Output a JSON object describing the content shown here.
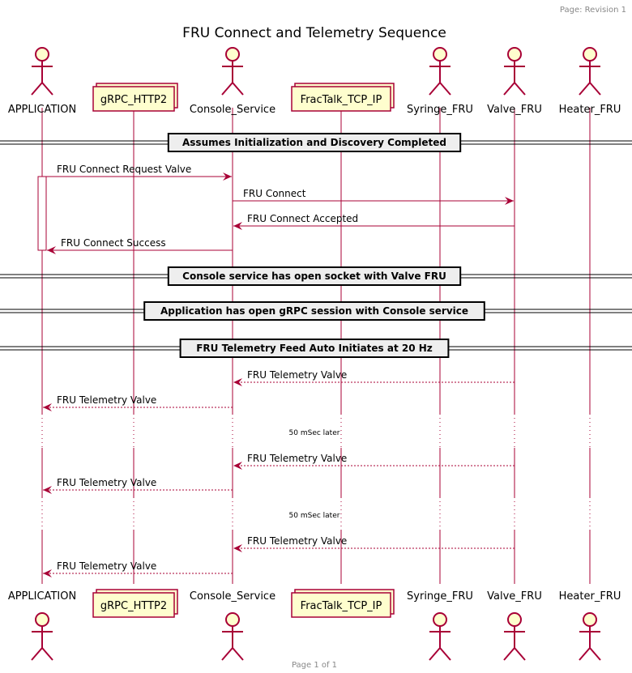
{
  "header": {
    "text": "Page: Revision 1"
  },
  "footer": {
    "text": "Page 1 of 1"
  },
  "title": "FRU Connect and Telemetry Sequence",
  "colors": {
    "line": "#A80036",
    "box_fill": "#FEFECE",
    "divider_fill": "#EEEEEE",
    "text": "#000000",
    "gray_text": "#888888"
  },
  "participants": [
    {
      "id": "app",
      "name": "APPLICATION",
      "kind": "actor"
    },
    {
      "id": "grpc",
      "name": "gRPC_HTTP2",
      "kind": "collections"
    },
    {
      "id": "console",
      "name": "Console_Service",
      "kind": "actor"
    },
    {
      "id": "fractalk",
      "name": "FracTalk_TCP_IP",
      "kind": "collections"
    },
    {
      "id": "syringe",
      "name": "Syringe_FRU",
      "kind": "actor"
    },
    {
      "id": "valve",
      "name": "Valve_FRU",
      "kind": "actor"
    },
    {
      "id": "heater",
      "name": "Heater_FRU",
      "kind": "actor"
    }
  ],
  "sequence": [
    {
      "type": "divider",
      "text": "Assumes Initialization and Discovery Completed"
    },
    {
      "type": "message",
      "from": "app",
      "to": "console",
      "text": "FRU Connect Request Valve",
      "style": "solid"
    },
    {
      "type": "message",
      "from": "console",
      "to": "valve",
      "text": "FRU Connect",
      "style": "solid"
    },
    {
      "type": "message",
      "from": "valve",
      "to": "console",
      "text": "FRU Connect Accepted",
      "style": "solid"
    },
    {
      "type": "message",
      "from": "console",
      "to": "app",
      "text": "FRU Connect Success",
      "style": "solid"
    },
    {
      "type": "divider",
      "text": "Console service has open socket with Valve FRU"
    },
    {
      "type": "divider",
      "text": "Application has open gRPC session with Console service"
    },
    {
      "type": "divider",
      "text": "FRU Telemetry Feed Auto Initiates at 20 Hz"
    },
    {
      "type": "message",
      "from": "valve",
      "to": "console",
      "text": "FRU Telemetry Valve",
      "style": "dashed"
    },
    {
      "type": "message",
      "from": "console",
      "to": "app",
      "text": "FRU Telemetry Valve",
      "style": "dashed"
    },
    {
      "type": "delay",
      "text": "50 mSec later"
    },
    {
      "type": "message",
      "from": "valve",
      "to": "console",
      "text": "FRU Telemetry Valve",
      "style": "dashed"
    },
    {
      "type": "message",
      "from": "console",
      "to": "app",
      "text": "FRU Telemetry Valve",
      "style": "dashed"
    },
    {
      "type": "delay",
      "text": "50 mSec later"
    },
    {
      "type": "message",
      "from": "valve",
      "to": "console",
      "text": "FRU Telemetry Valve",
      "style": "dashed"
    },
    {
      "type": "message",
      "from": "console",
      "to": "app",
      "text": "FRU Telemetry Valve",
      "style": "dashed"
    }
  ],
  "activations": [
    {
      "participant": "app",
      "from_step": 1,
      "to_step": 4
    }
  ]
}
